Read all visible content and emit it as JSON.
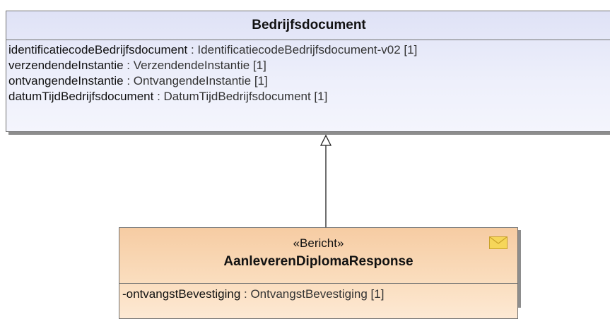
{
  "parent": {
    "name": "Bedrijfsdocument",
    "attributes": [
      {
        "name": "identificatiecodeBedrijfsdocument",
        "type": " : IdentificatiecodeBedrijfsdocument-v02 [1]"
      },
      {
        "name": "verzendendeInstantie",
        "type": " : VerzendendeInstantie [1]"
      },
      {
        "name": "ontvangendeInstantie",
        "type": " : OntvangendeInstantie [1]"
      },
      {
        "name": "datumTijdBedrijfsdocument",
        "type": " : DatumTijdBedrijfsdocument [1]"
      }
    ]
  },
  "child": {
    "stereotype": "«Bericht»",
    "name": "AanleverenDiplomaResponse",
    "icon": "envelope-icon",
    "attributes": [
      {
        "name": "-ontvangstBevestiging",
        "type": " : OntvangstBevestiging [1]"
      }
    ]
  },
  "colors": {
    "parent_fill": "#e6e9f8",
    "child_fill": "#f8d4b0",
    "border": "#707070"
  }
}
